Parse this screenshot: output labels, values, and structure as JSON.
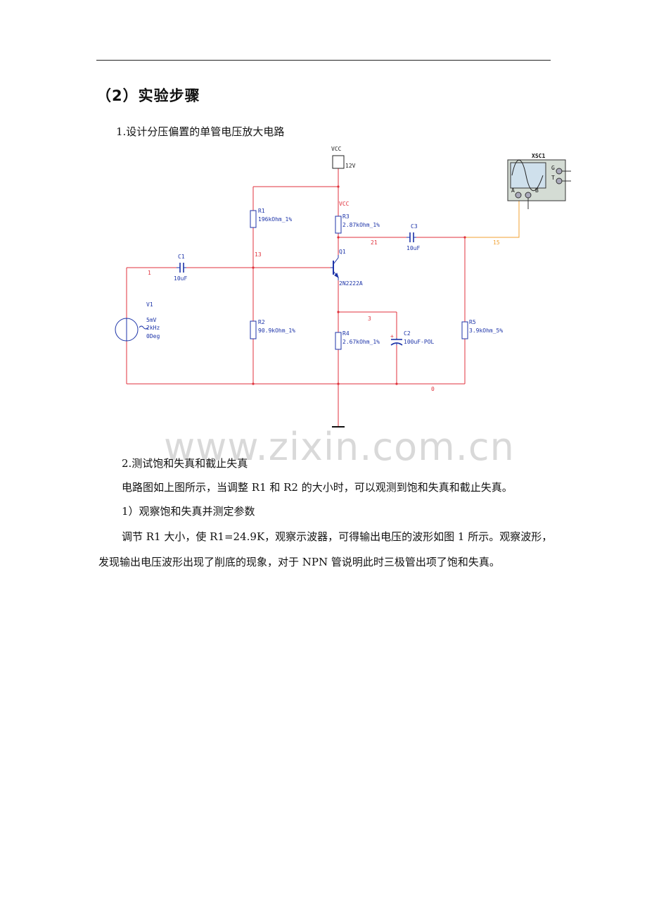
{
  "heading": "（2）实验步骤",
  "step1": "1.设计分压偏置的单管电压放大电路",
  "step2": "2.测试饱和失真和截止失真",
  "para1": "电路图如上图所示，当调整 R1 和 R2 的大小时，可以观测到饱和失真和截止失真。",
  "sub1": "1）观察饱和失真并测定参数",
  "para2_line1": "调节 R1 大小，使 R1=24.9K，观察示波器，可得输出电压的波形如图 1 所示。观察波形，",
  "para2_line2": "发现输出电压波形出现了削底的现象，对于 NPN 管说明此时三极管出项了饱和失真。",
  "watermark": "www.zixin.com.cn",
  "colors": {
    "wire_red": "#e0323c",
    "comp_blue": "#1c33a8",
    "wire_orange": "#f0a030",
    "ground": "#111111"
  },
  "schematic": {
    "vcc_label": "VCC",
    "vcc_value": "12V",
    "vcc_net": "VCC",
    "scope_name": "XSC1",
    "scope_term_g": "G",
    "scope_term_t": "T",
    "scope_term_a": "A",
    "scope_term_b": "B",
    "r1_name": "R1",
    "r1_value": "196kOhm_1%",
    "r2_name": "R2",
    "r2_value": "90.9kOhm_1%",
    "r3_name": "R3",
    "r3_value": "2.87kOhm_1%",
    "r4_name": "R4",
    "r4_value": "2.67kOhm_1%",
    "r5_name": "R5",
    "r5_value": "3.9kOhm_5%",
    "c1_name": "C1",
    "c1_value": "10uF",
    "c2_name": "C2",
    "c2_value": "100uF-POL",
    "c2_polarity": "+",
    "c3_name": "C3",
    "c3_value": "10uF",
    "q1_name": "Q1",
    "q1_value": "2N2222A",
    "v1_name": "V1",
    "v1_amp": "5mV",
    "v1_freq": "2kHz",
    "v1_phase": "0Deg",
    "net_1": "1",
    "net_13": "13",
    "net_21": "21",
    "net_15": "15",
    "net_3": "3",
    "net_0": "0"
  }
}
